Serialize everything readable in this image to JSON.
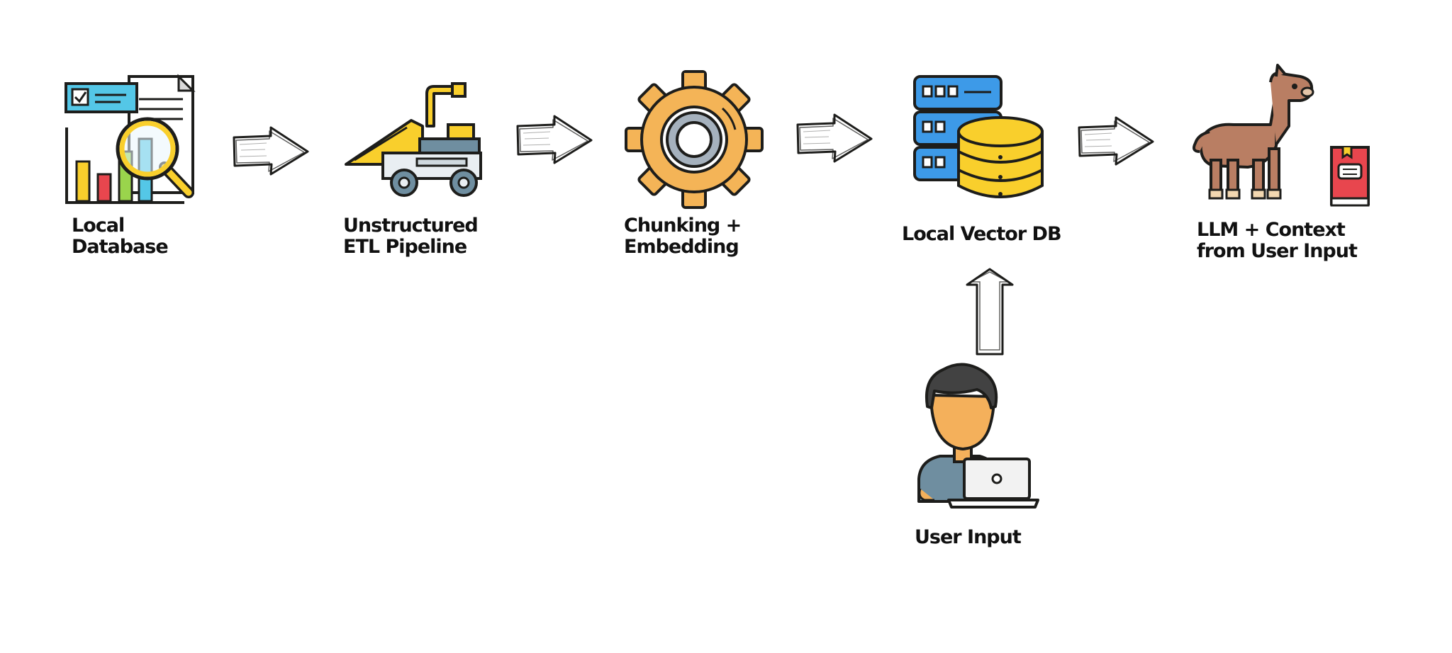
{
  "nodes": {
    "local_database": {
      "lines": [
        "Local",
        "Database"
      ],
      "icon": "database-report-icon"
    },
    "etl_pipeline": {
      "lines": [
        "Unstructured",
        "ETL Pipeline"
      ],
      "icon": "wood-chipper-icon"
    },
    "chunking": {
      "lines": [
        "Chunking +",
        "Embedding"
      ],
      "icon": "gear-icon"
    },
    "vector_db": {
      "lines": [
        "Local Vector DB"
      ],
      "icon": "server-database-icon"
    },
    "llm": {
      "lines": [
        "LLM + Context",
        "from User Input"
      ],
      "icon": "llama-book-icon"
    },
    "user_input": {
      "lines": [
        "User Input"
      ],
      "icon": "user-laptop-icon"
    }
  },
  "colors": {
    "yellow": "#f9cf2c",
    "orange": "#f4b457",
    "blue": "#3d9ae8",
    "red": "#e8464e",
    "llama_brown": "#b97e63",
    "skin": "#f4b05b",
    "outline": "#1d1d1b"
  }
}
